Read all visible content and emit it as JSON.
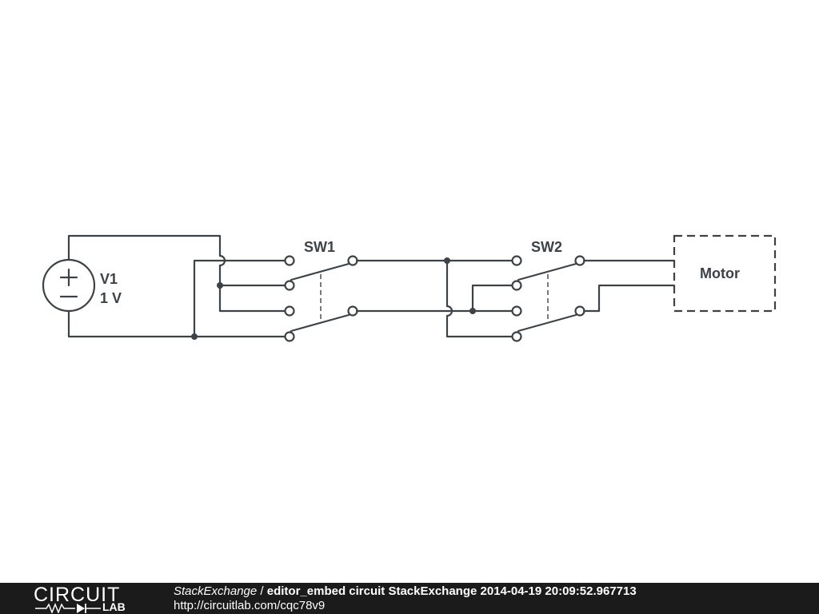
{
  "schematic": {
    "source": {
      "name": "V1",
      "value": "1 V"
    },
    "switches": [
      {
        "name": "SW1"
      },
      {
        "name": "SW2"
      }
    ],
    "load": {
      "name": "Motor"
    }
  },
  "footer": {
    "logo_top": "CIRCUIT",
    "logo_bottom": "LAB",
    "site": "StackExchange",
    "separator": " / ",
    "title": "editor_embed circuit StackExchange 2014-04-19 20:09:52.967713",
    "url": "http://circuitlab.com/cqc78v9"
  }
}
